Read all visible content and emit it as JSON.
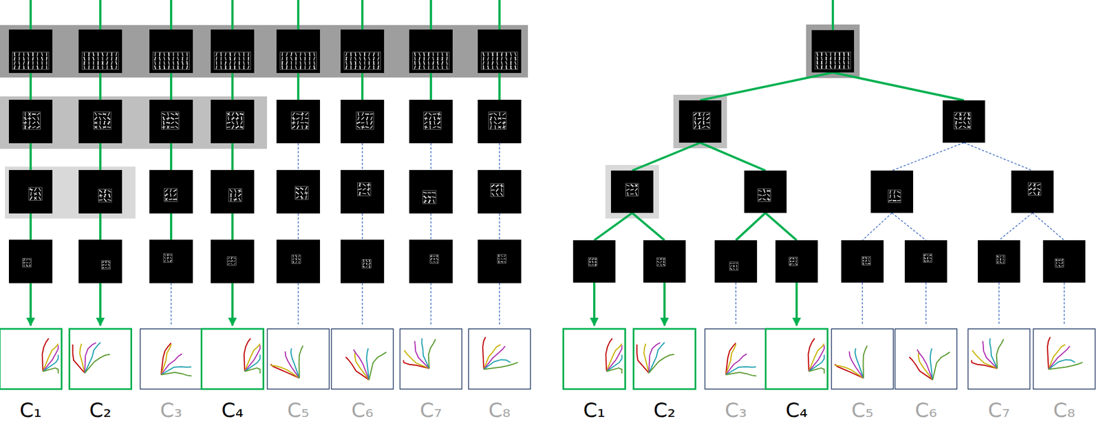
{
  "diagram": {
    "labels": [
      "C₁",
      "C₂",
      "C₃",
      "C₄",
      "C₅",
      "C₆",
      "C₇",
      "C₈",
      "C₁",
      "C₂",
      "C₃",
      "C₄",
      "C₅",
      "C₆",
      "C₇",
      "C₈"
    ]
  }
}
